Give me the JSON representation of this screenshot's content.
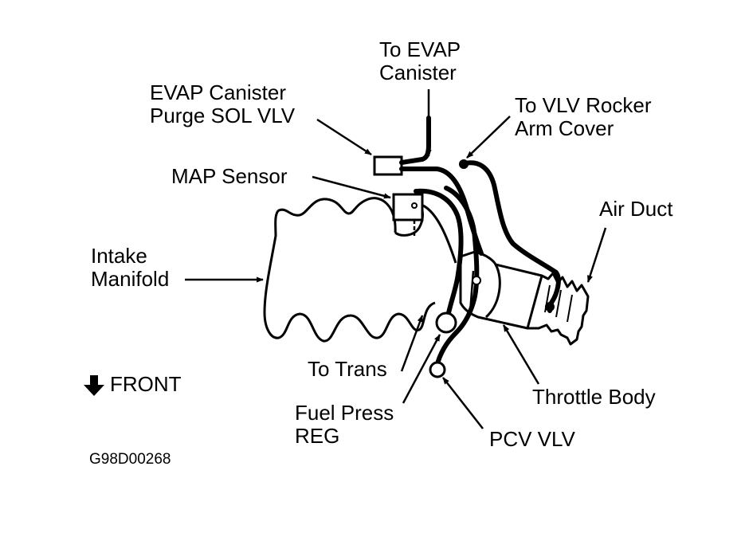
{
  "labels": {
    "to_evap_canister": [
      "To EVAP",
      "Canister"
    ],
    "evap_purge_valve": [
      "EVAP Canister",
      "Purge SOL VLV"
    ],
    "to_vlv_rocker_arm_cover": [
      "To VLV Rocker",
      "Arm Cover"
    ],
    "map_sensor": "MAP Sensor",
    "air_duct": "Air Duct",
    "intake_manifold": [
      "Intake",
      "Manifold"
    ],
    "to_trans": "To Trans",
    "front": "FRONT",
    "throttle_body": "Throttle Body",
    "fuel_press_reg": [
      "Fuel Press",
      "REG"
    ],
    "pcv_vlv": "PCV VLV",
    "figure_code": "G98D00268"
  }
}
